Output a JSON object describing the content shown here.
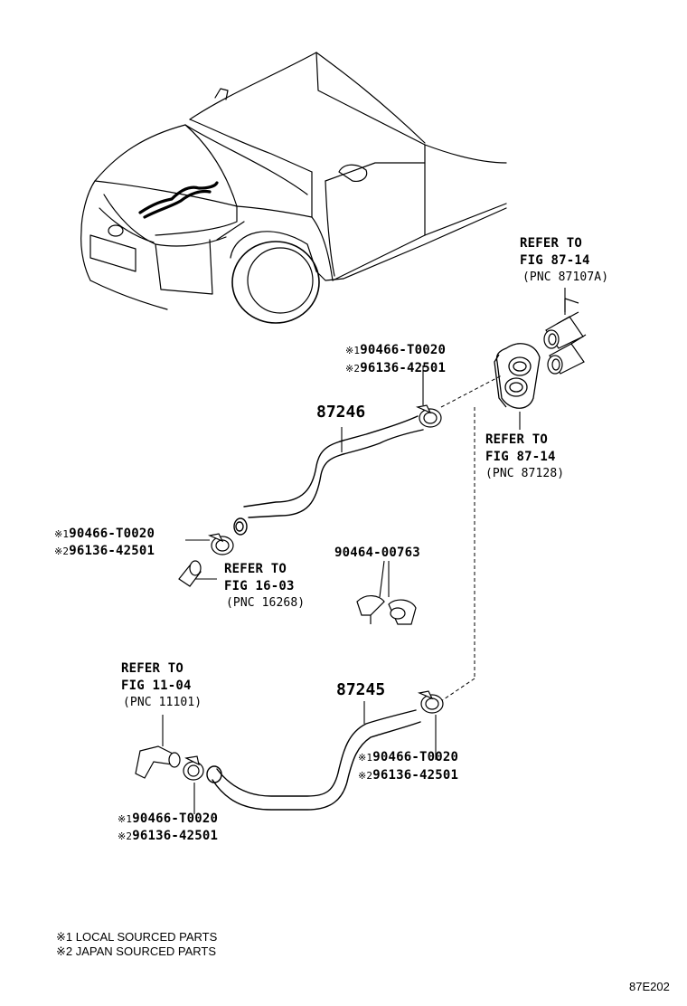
{
  "diagram_id": "87E202",
  "marks": {
    "m1": "※1",
    "m2": "※2"
  },
  "parts": {
    "hose_upper": "87246",
    "hose_lower": "87245",
    "clip": "90464-00763",
    "clamp_local": "90466-T0020",
    "clamp_japan": "96136-42501"
  },
  "refs": {
    "fig_87_14_a": {
      "line1": "REFER TO",
      "line2": "FIG 87-14",
      "line3": "(PNC 87107A)"
    },
    "fig_87_14_b": {
      "line1": "REFER TO",
      "line2": "FIG 87-14",
      "line3": "(PNC 87128)"
    },
    "fig_16_03": {
      "line1": "REFER TO",
      "line2": "FIG 16-03",
      "line3": "(PNC 16268)"
    },
    "fig_11_04": {
      "line1": "REFER TO",
      "line2": "FIG 11-04",
      "line3": "(PNC 11101)"
    }
  },
  "notes": {
    "note1": "※1 LOCAL SOURCED PARTS",
    "note2": "※2 JAPAN SOURCED PARTS"
  }
}
